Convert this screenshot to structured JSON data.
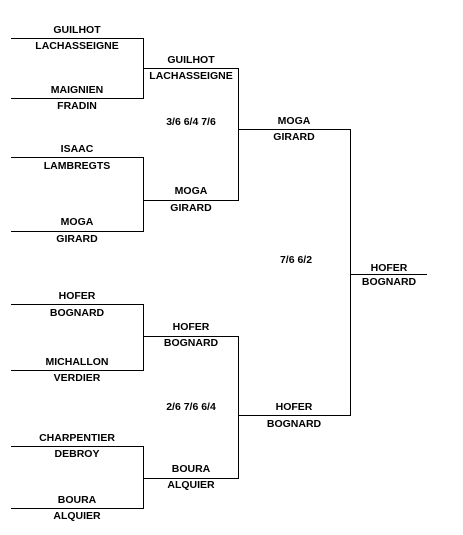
{
  "round1": [
    {
      "team_top": [
        "GUILHOT",
        "LACHASSEIGNE"
      ],
      "team_bottom": [
        "MAIGNIEN",
        "FRADIN"
      ]
    },
    {
      "team_top": [
        "ISAAC",
        "LAMBREGTS"
      ],
      "team_bottom": [
        "MOGA",
        "GIRARD"
      ]
    },
    {
      "team_top": [
        "HOFER",
        "BOGNARD"
      ],
      "team_bottom": [
        "MICHALLON",
        "VERDIER"
      ]
    },
    {
      "team_top": [
        "CHARPENTIER",
        "DEBROY"
      ],
      "team_bottom": [
        "BOURA",
        "ALQUIER"
      ]
    }
  ],
  "round2": [
    {
      "team_top": [
        "GUILHOT",
        "LACHASSEIGNE"
      ],
      "team_bottom": [
        "MOGA",
        "GIRARD"
      ],
      "score": "3/6 6/4 7/6"
    },
    {
      "team_top": [
        "HOFER",
        "BOGNARD"
      ],
      "team_bottom": [
        "BOURA",
        "ALQUIER"
      ],
      "score": "2/6 7/6 6/4"
    }
  ],
  "final": {
    "team_top": [
      "MOGA",
      "GIRARD"
    ],
    "team_bottom": [
      "HOFER",
      "BOGNARD"
    ],
    "score": "7/6 6/2"
  },
  "winner": [
    "HOFER",
    "BOGNARD"
  ],
  "line_color": "#000000"
}
